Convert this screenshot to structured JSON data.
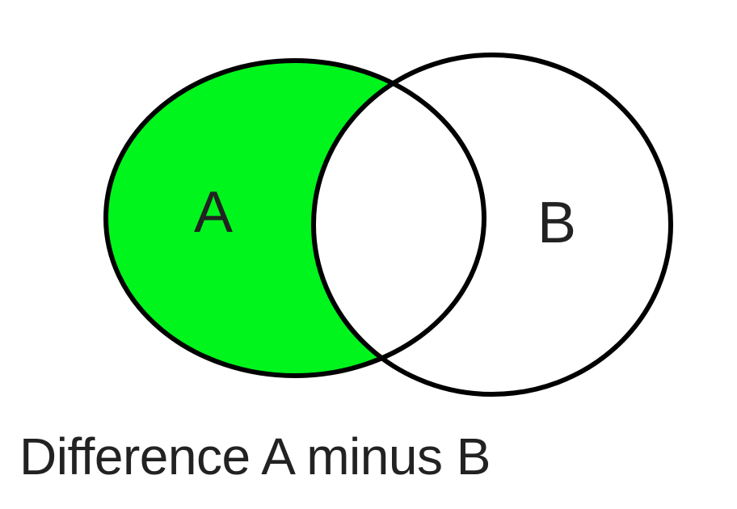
{
  "diagram": {
    "type": "venn",
    "sets": [
      {
        "label": "A",
        "shaded": true
      },
      {
        "label": "B",
        "shaded": false
      }
    ],
    "caption": "Difference A minus B",
    "colors": {
      "shade": "#00f51c",
      "stroke": "#000000",
      "background": "#ffffff"
    }
  }
}
